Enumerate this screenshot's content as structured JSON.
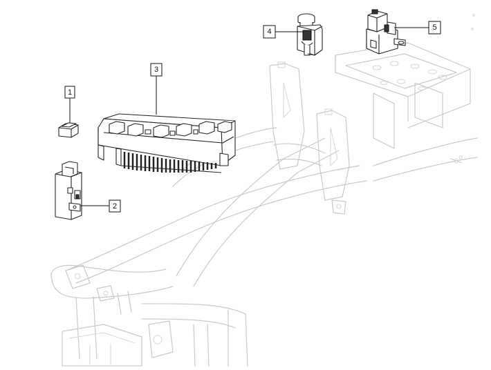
{
  "diagram": {
    "callouts": [
      {
        "id": "callout-1",
        "label": "1"
      },
      {
        "id": "callout-2",
        "label": "2"
      },
      {
        "id": "callout-3",
        "label": "3"
      },
      {
        "id": "callout-4",
        "label": "4"
      },
      {
        "id": "callout-5",
        "label": "5"
      }
    ],
    "colors": {
      "frame_stroke": "#c9c9c9",
      "part_stroke": "#222222",
      "leader_stroke": "#111111",
      "background": "#ffffff"
    }
  }
}
